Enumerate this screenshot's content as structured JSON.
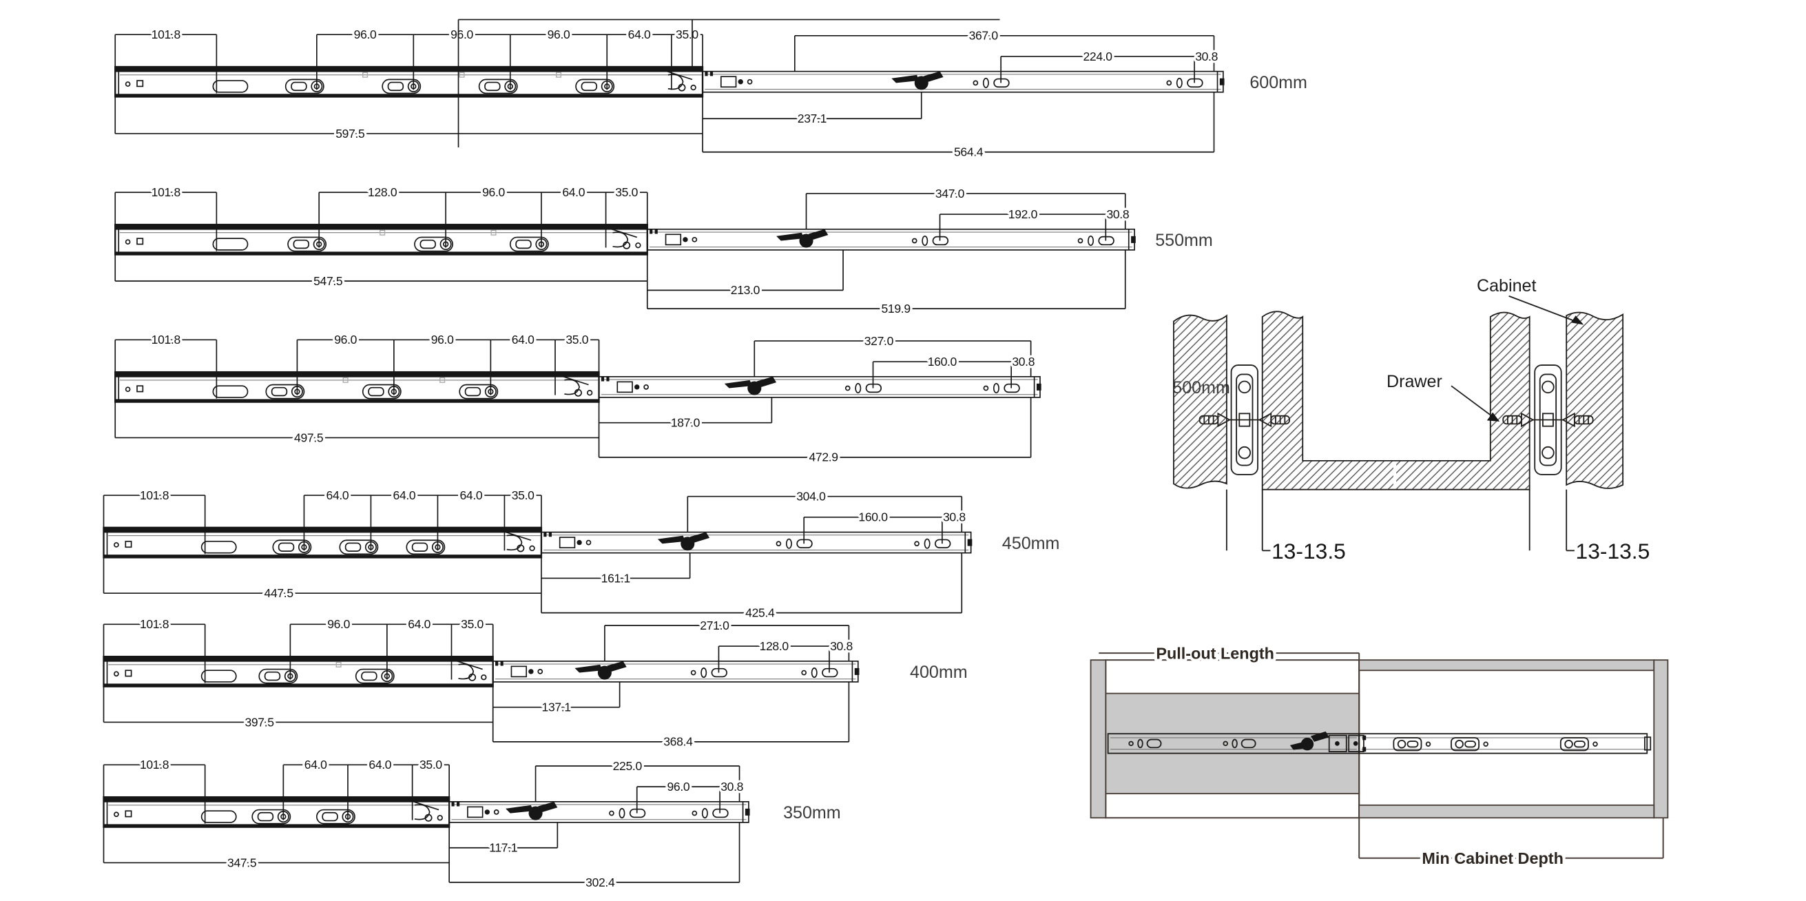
{
  "rows": [
    {
      "label": "600mm",
      "offset_dim": "101.8",
      "top_dims": [
        "96.0",
        "96.0",
        "96.0",
        "64.0",
        "35.0"
      ],
      "pullout_dim": "367.0",
      "hole_span_dim": "224.0",
      "end_dim": "30.8",
      "closed_length": "597.5",
      "mid_dim": "237.1",
      "extended_length": "564.4"
    },
    {
      "label": "550mm",
      "offset_dim": "101.8",
      "top_dims": [
        "128.0",
        "96.0",
        "64.0",
        "35.0"
      ],
      "pullout_dim": "347.0",
      "hole_span_dim": "192.0",
      "end_dim": "30.8",
      "closed_length": "547.5",
      "mid_dim": "213.0",
      "extended_length": "519.9"
    },
    {
      "label": "500mm",
      "offset_dim": "101.8",
      "top_dims": [
        "96.0",
        "96.0",
        "64.0",
        "35.0"
      ],
      "pullout_dim": "327.0",
      "hole_span_dim": "160.0",
      "end_dim": "30.8",
      "closed_length": "497.5",
      "mid_dim": "187.0",
      "extended_length": "472.9"
    },
    {
      "label": "450mm",
      "offset_dim": "101.8",
      "top_dims": [
        "64.0",
        "64.0",
        "64.0",
        "35.0"
      ],
      "pullout_dim": "304.0",
      "hole_span_dim": "160.0",
      "end_dim": "30.8",
      "closed_length": "447.5",
      "mid_dim": "161.1",
      "extended_length": "425.4"
    },
    {
      "label": "400mm",
      "offset_dim": "101.8",
      "top_dims": [
        "96.0",
        "64.0",
        "35.0"
      ],
      "pullout_dim": "271.0",
      "hole_span_dim": "128.0",
      "end_dim": "30.8",
      "closed_length": "397.5",
      "mid_dim": "137.1",
      "extended_length": "368.4"
    },
    {
      "label": "350mm",
      "offset_dim": "101.8",
      "top_dims": [
        "64.0",
        "64.0",
        "35.0"
      ],
      "pullout_dim": "225.0",
      "hole_span_dim": "96.0",
      "end_dim": "30.8",
      "closed_length": "347.5",
      "mid_dim": "117.1",
      "extended_length": "302.4"
    }
  ],
  "cabinet_diagram": {
    "cabinet_label": "Cabinet",
    "drawer_label": "Drawer",
    "gap_left": "13-13.5",
    "gap_right": "13-13.5"
  },
  "pullout_diagram": {
    "pullout_label": "Pull-out Length",
    "depth_label": "Min Cabinet Depth"
  },
  "colors": {
    "ink": "#161616",
    "row_label_text": "#3b3b3b",
    "warm_ink": "#4a3f38",
    "panel_gray": "#c9c9c9"
  }
}
